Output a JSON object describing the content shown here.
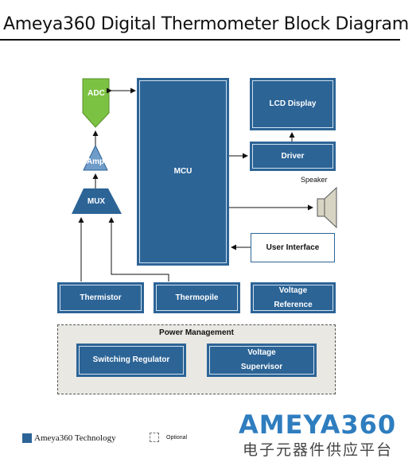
{
  "title": "Ameya360 Digital Thermometer Block Diagram",
  "blocks": {
    "adc": "ADC",
    "amp": "Amp",
    "mux": "MUX",
    "mcu": "MCU",
    "lcd": "LCD Display",
    "driver": "Driver",
    "speaker": "Speaker",
    "user_interface": "User Interface",
    "thermistor": "Thermistor",
    "thermopile": "Thermopile",
    "voltage_reference": [
      "Voltage",
      "Reference"
    ],
    "power_management": "Power Management",
    "switching_regulator": "Switching Regulator",
    "voltage_supervisor": [
      "Voltage",
      "Supervisor"
    ]
  },
  "legend": {
    "technology": "Ameya360 Technology",
    "optional": "Optional"
  },
  "brand": {
    "name": "AMEYA360",
    "subtitle": "电子元器件供应平台"
  },
  "colors": {
    "block": "#2c6496",
    "adc": "#7cc242",
    "amp": "#6f9cc9",
    "brand": "#2e7dbf"
  }
}
